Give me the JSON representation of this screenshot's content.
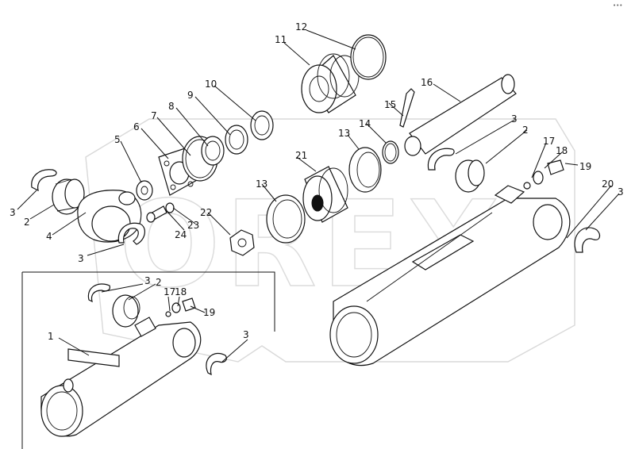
{
  "corner_mark": "•••",
  "watermark": "OREX",
  "part_numbers": [
    "1",
    "2",
    "3",
    "4",
    "5",
    "6",
    "7",
    "8",
    "9",
    "10",
    "11",
    "12",
    "13",
    "14",
    "15",
    "16",
    "17",
    "18",
    "19",
    "20",
    "21",
    "22",
    "23",
    "24"
  ],
  "callouts": [
    {
      "id": "c1",
      "text": "1"
    },
    {
      "id": "c2a",
      "text": "2"
    },
    {
      "id": "c2b",
      "text": "2"
    },
    {
      "id": "c2c",
      "text": "2"
    },
    {
      "id": "c3a",
      "text": "3"
    },
    {
      "id": "c3b",
      "text": "3"
    },
    {
      "id": "c3c",
      "text": "3"
    },
    {
      "id": "c3d",
      "text": "3"
    },
    {
      "id": "c3e",
      "text": "3"
    },
    {
      "id": "c3f",
      "text": "3"
    },
    {
      "id": "c4",
      "text": "4"
    },
    {
      "id": "c5",
      "text": "5"
    },
    {
      "id": "c6",
      "text": "6"
    },
    {
      "id": "c7",
      "text": "7"
    },
    {
      "id": "c8",
      "text": "8"
    },
    {
      "id": "c9",
      "text": "9"
    },
    {
      "id": "c10",
      "text": "10"
    },
    {
      "id": "c11",
      "text": "11"
    },
    {
      "id": "c12",
      "text": "12"
    },
    {
      "id": "c13a",
      "text": "13"
    },
    {
      "id": "c13b",
      "text": "13"
    },
    {
      "id": "c14",
      "text": "14"
    },
    {
      "id": "c15",
      "text": "15"
    },
    {
      "id": "c16",
      "text": "16"
    },
    {
      "id": "c17a",
      "text": "17"
    },
    {
      "id": "c17b",
      "text": "17"
    },
    {
      "id": "c18a",
      "text": "18"
    },
    {
      "id": "c18b",
      "text": "18"
    },
    {
      "id": "c19a",
      "text": "19"
    },
    {
      "id": "c19b",
      "text": "19"
    },
    {
      "id": "c20",
      "text": "20"
    },
    {
      "id": "c21",
      "text": "21"
    },
    {
      "id": "c22",
      "text": "22"
    },
    {
      "id": "c23",
      "text": "23"
    },
    {
      "id": "c24",
      "text": "24"
    }
  ]
}
